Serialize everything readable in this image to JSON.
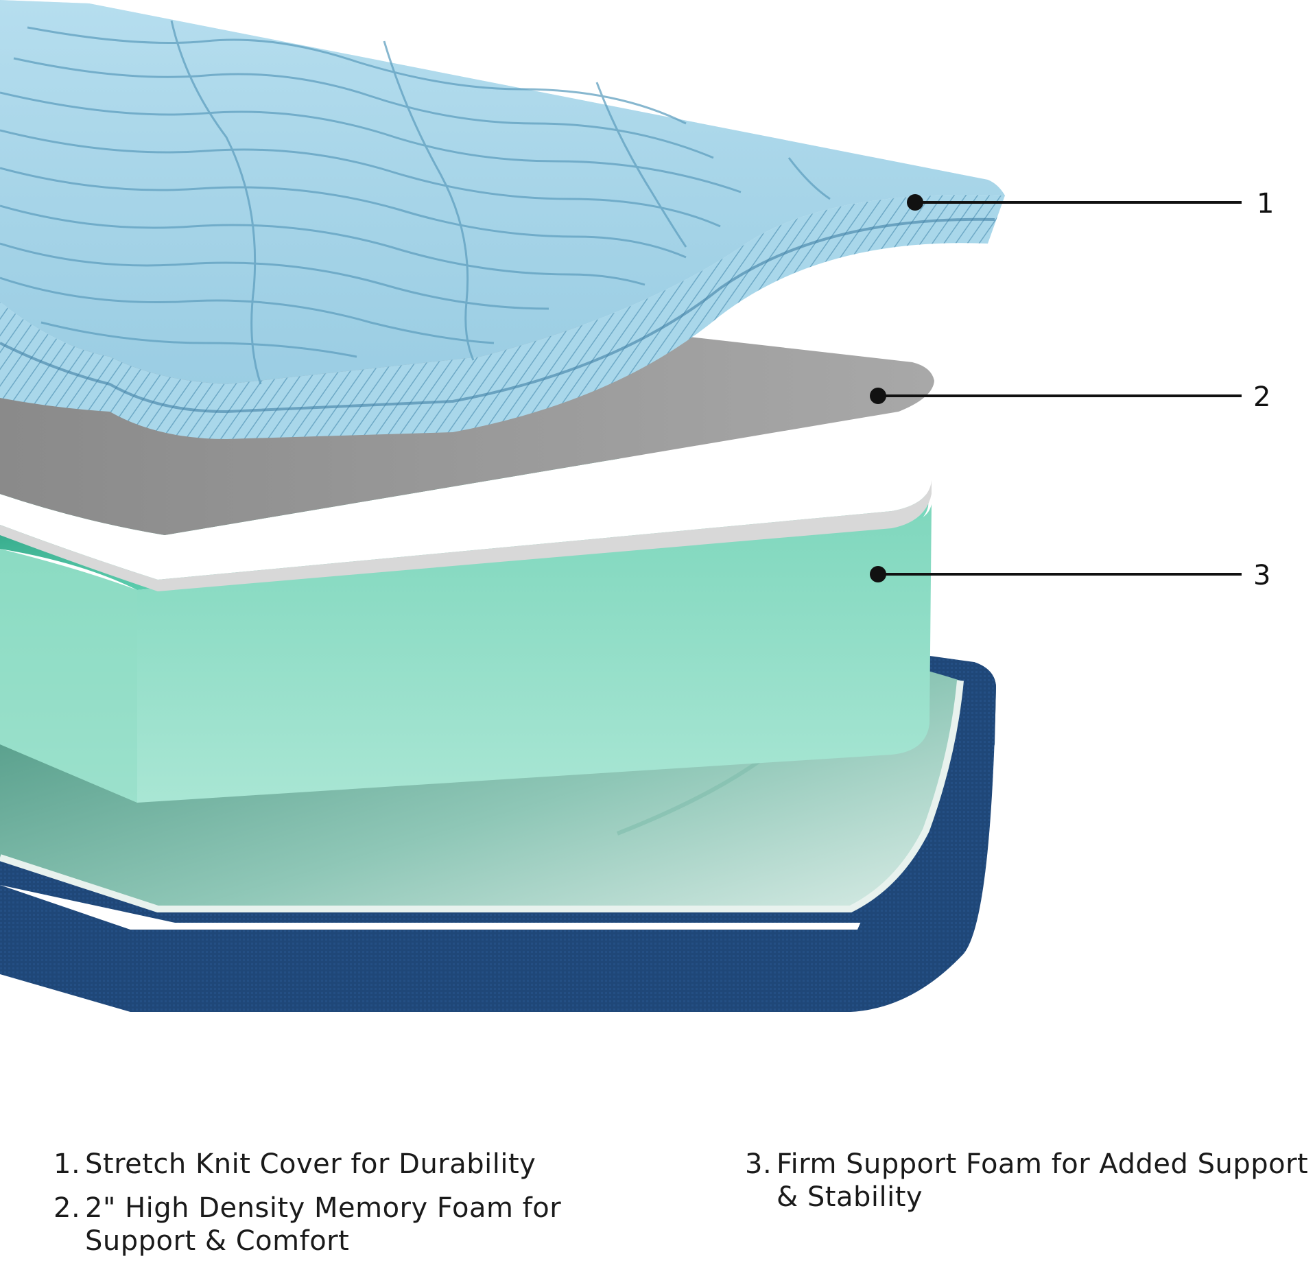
{
  "colors": {
    "cover": "#a9d7ea",
    "cover_stripe": "#5f9fbf",
    "memory_foam_top": "#9b9b9b",
    "memory_foam_edge": "#ffffff",
    "support_foam": "#8fdcc6",
    "base_fabric": "#1f4778",
    "callout_line": "#111111"
  },
  "callouts": [
    {
      "number": "1"
    },
    {
      "number": "2"
    },
    {
      "number": "3"
    }
  ],
  "legend": {
    "item1": {
      "num": "1.",
      "text": "Stretch Knit Cover for Durability"
    },
    "item2": {
      "num": "2.",
      "line1": "2\" High Density Memory Foam for",
      "line2": "Support & Comfort"
    },
    "item3": {
      "num": "3.",
      "line1": "Firm Support Foam for Added Support",
      "line2": "& Stability"
    }
  }
}
